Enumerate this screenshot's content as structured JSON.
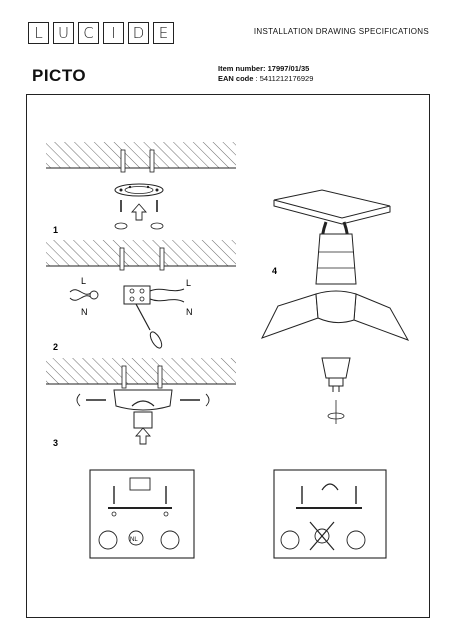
{
  "header": {
    "logo_letters": [
      "L",
      "U",
      "C",
      "I",
      "D",
      "E"
    ],
    "title": "INSTALLATION DRAWING SPECIFICATIONS"
  },
  "product": {
    "name": "PICTO",
    "item_label": "Item number:",
    "item_value": "17997/01/35",
    "ean_label": "EAN code",
    "ean_value": ": 5411212176929"
  },
  "steps": [
    "1",
    "2",
    "3",
    "4"
  ],
  "wiring": {
    "live": "L",
    "neutral": "N"
  },
  "callouts": {
    "nl": "NL"
  }
}
